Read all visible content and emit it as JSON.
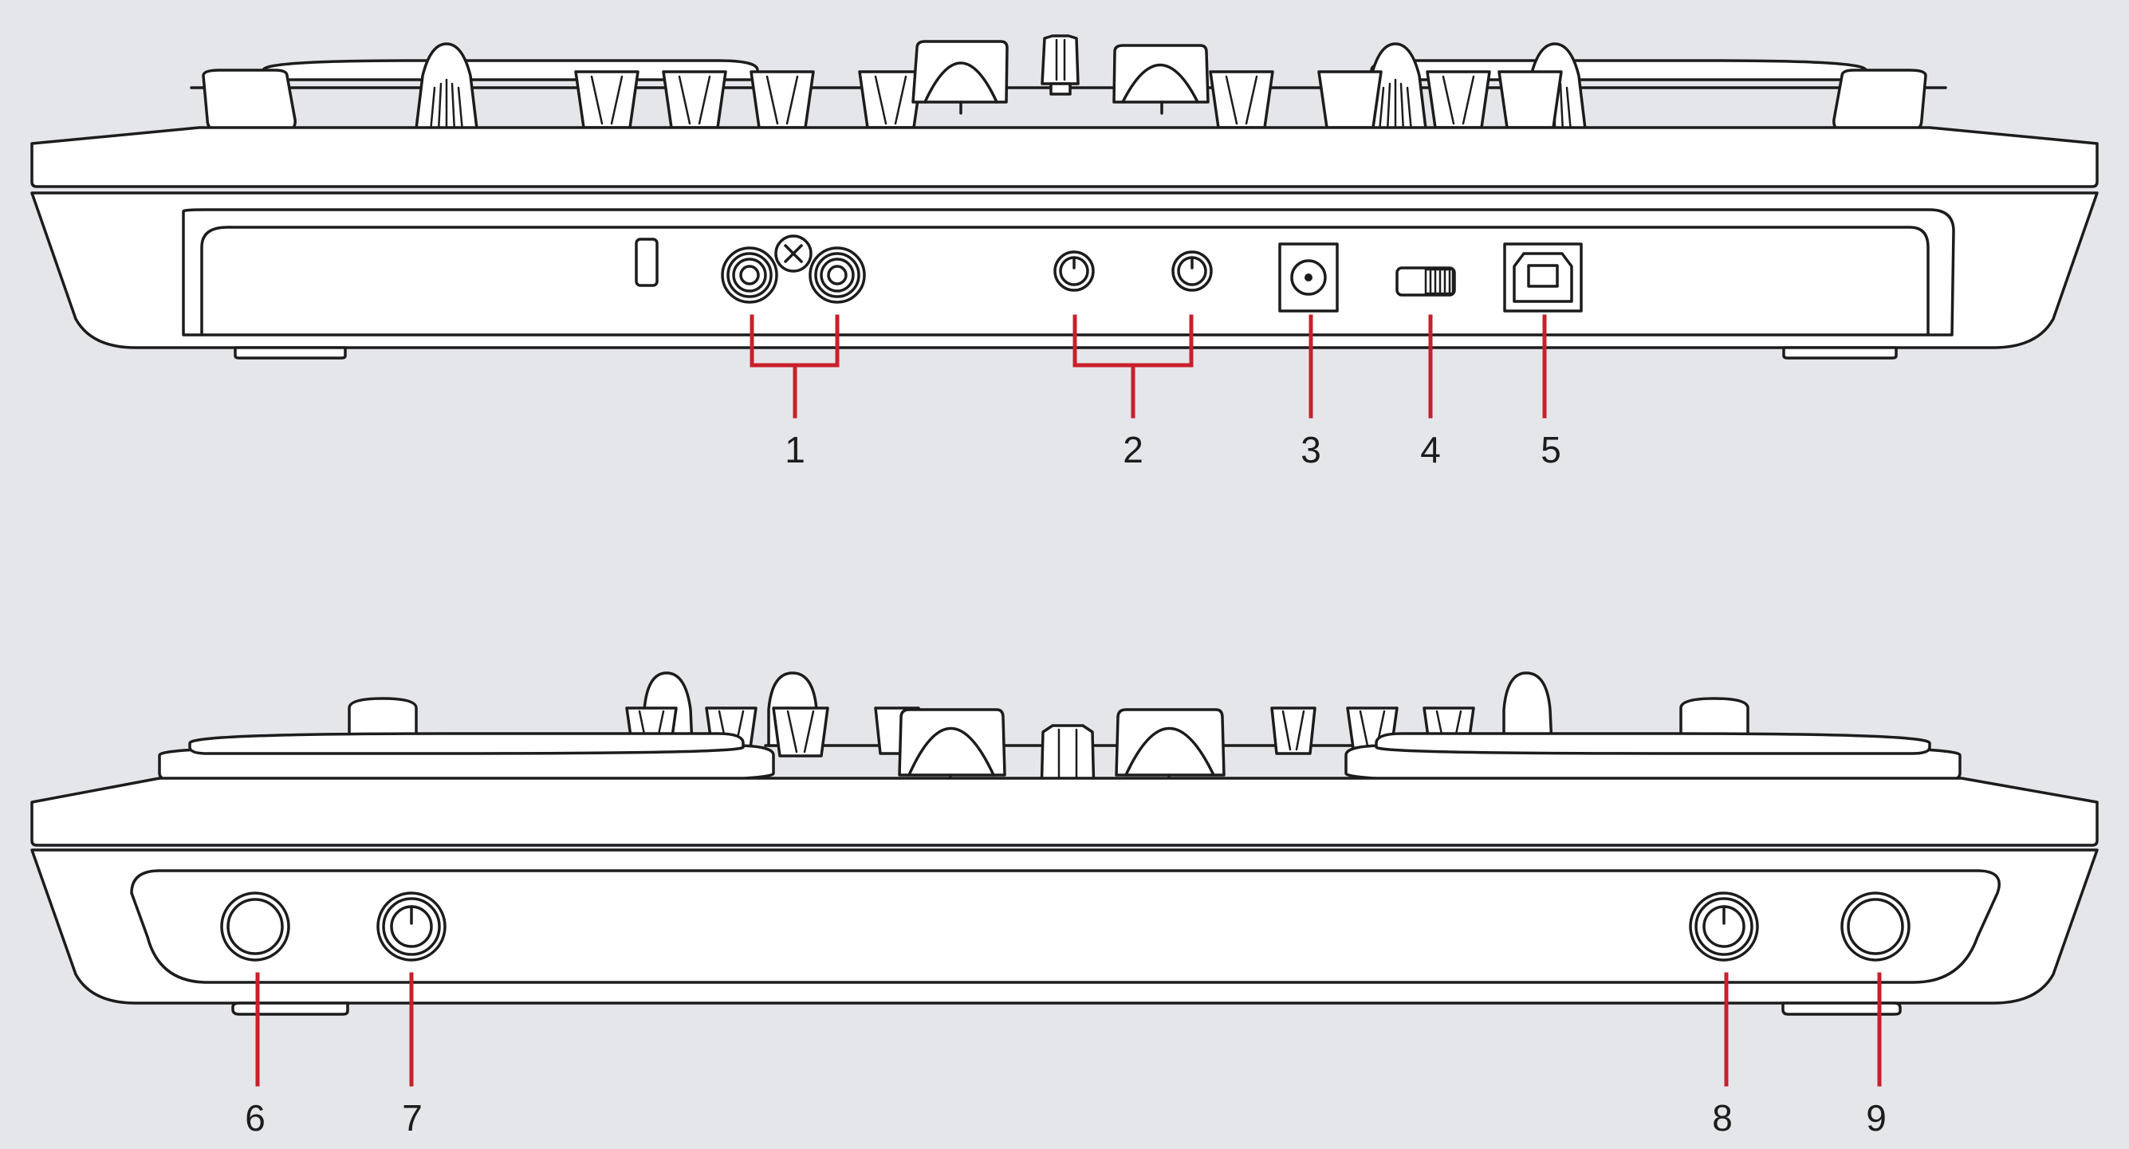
{
  "colors": {
    "background": "#e5e6ea",
    "body": "#ffffff",
    "outline": "#1c1c1c",
    "callout": "#c8202b"
  },
  "callouts": [
    {
      "number": "1"
    },
    {
      "number": "2"
    },
    {
      "number": "3"
    },
    {
      "number": "4"
    },
    {
      "number": "5"
    },
    {
      "number": "6"
    },
    {
      "number": "7"
    },
    {
      "number": "8"
    },
    {
      "number": "9"
    }
  ]
}
